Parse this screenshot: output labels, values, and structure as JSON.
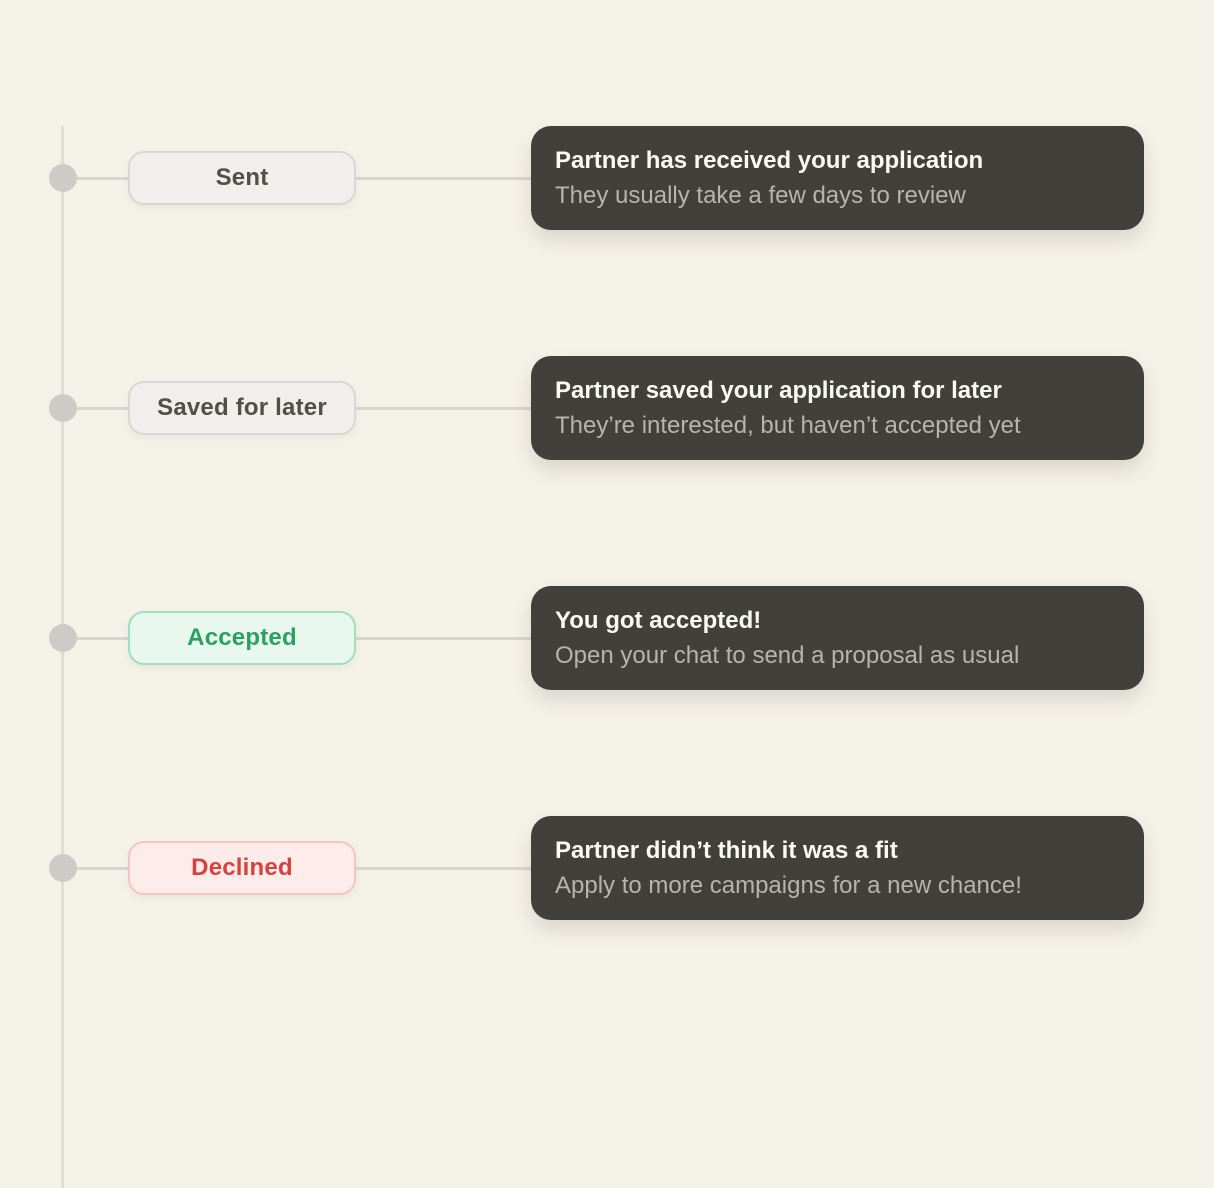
{
  "page": {
    "background": "#f4f1e8"
  },
  "timeline": {
    "line_color": "#deddd6",
    "dot_color": "#cccbc5",
    "connector_color": "#d6d5ce",
    "card": {
      "bg": "#42403a",
      "title_color": "#faf9f6",
      "subtitle_color": "#b6b4ae"
    },
    "steps": [
      {
        "id": "sent",
        "label": "Sent",
        "variant": "neutral",
        "badge_bg": "#f0efeb",
        "badge_border": "#d8d7d1",
        "badge_text_color": "#504f4a",
        "card_title": "Partner has received your application",
        "card_subtitle": "They usually take a few days to review"
      },
      {
        "id": "saved-for-later",
        "label": "Saved for later",
        "variant": "neutral",
        "badge_bg": "#f0efeb",
        "badge_border": "#d8d7d1",
        "badge_text_color": "#504f4a",
        "card_title": "Partner saved your application for later",
        "card_subtitle": "They’re interested, but haven’t accepted yet"
      },
      {
        "id": "accepted",
        "label": "Accepted",
        "variant": "success",
        "badge_bg": "#e8f8ef",
        "badge_border": "#9fe0ba",
        "badge_text_color": "#2aa162",
        "card_title": "You got accepted!",
        "card_subtitle": "Open your chat to send a proposal as usual"
      },
      {
        "id": "declined",
        "label": "Declined",
        "variant": "danger",
        "badge_bg": "#fdecea",
        "badge_border": "#f4c5c4",
        "badge_text_color": "#d5423f",
        "card_title": "Partner didn’t think it was a fit",
        "card_subtitle": "Apply to more campaigns for a new chance!"
      }
    ]
  }
}
